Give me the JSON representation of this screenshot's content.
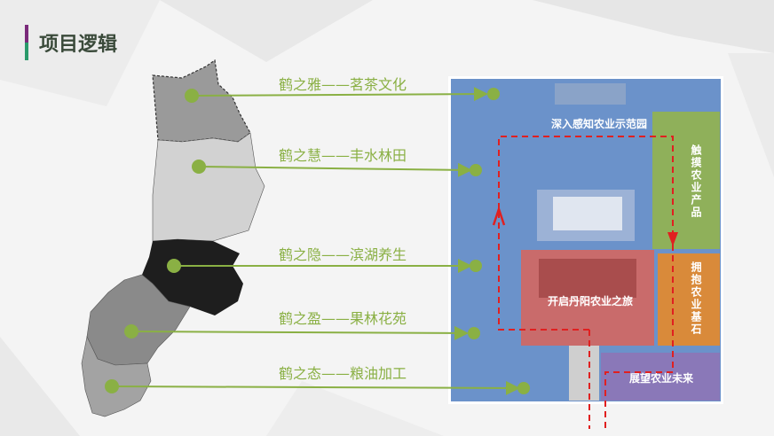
{
  "page": {
    "title": "项目逻辑"
  },
  "regions": [
    {
      "label": "鹤之雅——茗茶文化"
    },
    {
      "label": "鹤之慧——丰水林田"
    },
    {
      "label": "鹤之隐——滨湖养生"
    },
    {
      "label": "鹤之盈——果林花苑"
    },
    {
      "label": "鹤之态——粮油加工"
    }
  ],
  "zones": {
    "top": "深入感知农业示范园",
    "right_top": "触摸农业产品",
    "center": "开启丹阳农业之旅",
    "right_mid": "拥抱农业基石",
    "bottom": "展望农业未来"
  },
  "colors": {
    "accent_green": "#8ab044",
    "route_red": "#e02020",
    "zone_blue": "#5b86c4",
    "zone_green": "#8fb05a",
    "zone_red": "#c96b6b",
    "zone_orange": "#d98a3a",
    "zone_purple": "#8a78b8"
  }
}
